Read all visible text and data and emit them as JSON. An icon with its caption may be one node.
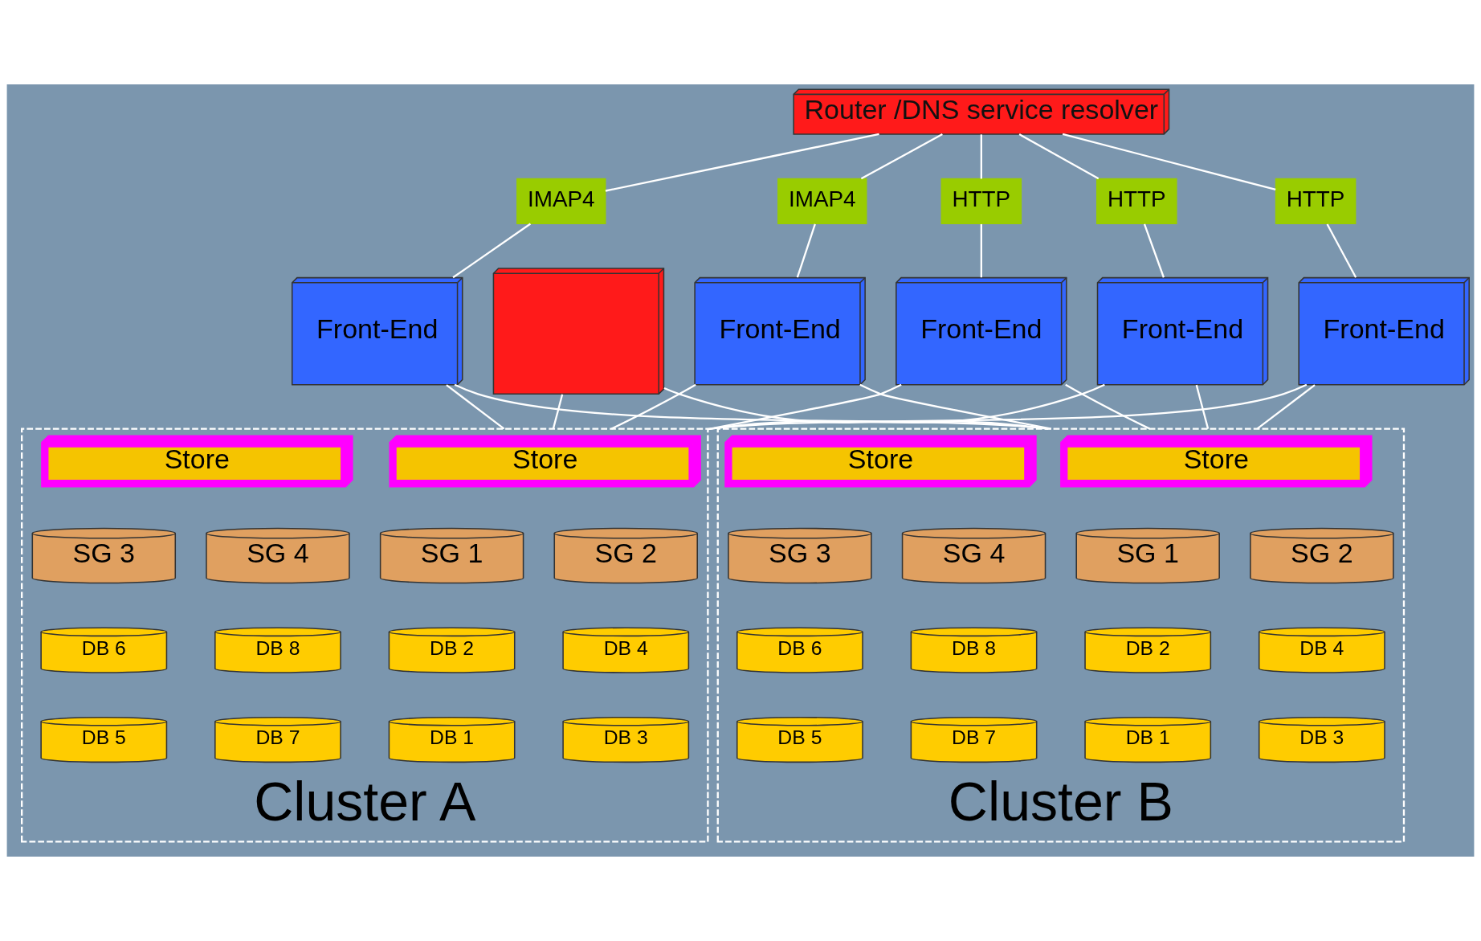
{
  "diagram": {
    "nodes": [
      {
        "text": [
          "Router /DNS service resolver"
        ]
      },
      {
        "text": [
          "IMAP4"
        ]
      },
      {
        "text": [
          "IMAP4"
        ]
      },
      {
        "text": [
          "HTTP"
        ]
      },
      {
        "text": [
          "HTTP"
        ]
      },
      {
        "text": [
          "HTTP"
        ]
      },
      {
        "text": [
          "Front-End"
        ]
      },
      {
        "text": [
          "Front-End"
        ]
      },
      {
        "text": [
          "Front-End"
        ]
      },
      {
        "text": [
          "Front-End"
        ]
      },
      {
        "text": [
          "Front-End"
        ]
      },
      {
        "text": [],
        "shape": "box"
      },
      {
        "text": [
          "Cluster A"
        ]
      },
      {
        "text": [
          "Store"
        ],
        "in": 12
      },
      {
        "text": [
          "Store"
        ],
        "in": 12
      },
      {
        "text": [
          "SG 1"
        ],
        "in": 12
      },
      {
        "text": [
          "SG 2"
        ],
        "in": 12
      },
      {
        "text": [
          "SG 3"
        ],
        "in": 12
      },
      {
        "text": [
          "SG 4"
        ],
        "in": 12
      },
      {
        "text": [
          "DB 2"
        ],
        "in": 12
      },
      {
        "text": [
          "DB 4"
        ],
        "in": 12
      },
      {
        "text": [
          "DB 6"
        ],
        "in": 12
      },
      {
        "text": [
          "DB 8"
        ],
        "in": 12
      },
      {
        "text": [
          "DB 1"
        ],
        "in": 12
      },
      {
        "text": [
          "DB 3"
        ],
        "in": 12
      },
      {
        "text": [
          "DB 5"
        ],
        "in": 12
      },
      {
        "text": [
          "DB 7"
        ],
        "in": 12
      },
      {
        "text": [
          "Cluster B"
        ]
      },
      {
        "text": [
          "Store"
        ],
        "in": 27
      },
      {
        "text": [
          "Store"
        ],
        "in": 27
      },
      {
        "text": [
          "SG 1"
        ],
        "in": 27
      },
      {
        "text": [
          "SG 2"
        ],
        "in": 27
      },
      {
        "text": [
          "SG 3"
        ],
        "in": 27
      },
      {
        "text": [
          "SG 4"
        ],
        "in": 27
      },
      {
        "text": [
          "DB 2"
        ],
        "in": 27
      },
      {
        "text": [
          "DB 4"
        ],
        "in": 27
      },
      {
        "text": [
          "DB 6"
        ],
        "in": 27
      },
      {
        "text": [
          "DB 8"
        ],
        "in": 27
      },
      {
        "text": [
          "DB 1"
        ],
        "in": 27
      },
      {
        "text": [
          "DB 3"
        ],
        "in": 27
      },
      {
        "text": [
          "DB 5"
        ],
        "in": 27
      },
      {
        "text": [
          "DB 7"
        ],
        "in": 27
      }
    ],
    "edges": [
      {
        "from": 0,
        "to": 1,
        "arrow": "none"
      },
      {
        "from": 0,
        "to": 2,
        "arrow": "none"
      },
      {
        "from": 0,
        "to": 3,
        "arrow": "none"
      },
      {
        "from": 0,
        "to": 4,
        "arrow": "none"
      },
      {
        "from": 0,
        "to": 5,
        "arrow": "none"
      },
      {
        "from": 1,
        "to": 6,
        "arrow": "none"
      },
      {
        "from": 2,
        "to": 7,
        "arrow": "none"
      },
      {
        "from": 3,
        "to": 8,
        "arrow": "none"
      },
      {
        "from": 4,
        "to": 9,
        "arrow": "none"
      },
      {
        "from": 5,
        "to": 10,
        "arrow": "none"
      },
      {
        "from": 6,
        "to": 12,
        "arrow": "none"
      },
      {
        "from": 7,
        "to": 12,
        "arrow": "none"
      },
      {
        "from": 8,
        "to": 12,
        "arrow": "none"
      },
      {
        "from": 9,
        "to": 12,
        "arrow": "none"
      },
      {
        "from": 10,
        "to": 12,
        "arrow": "none"
      },
      {
        "from": 6,
        "to": 27,
        "arrow": "none"
      },
      {
        "from": 7,
        "to": 27,
        "arrow": "none"
      },
      {
        "from": 8,
        "to": 27,
        "arrow": "none"
      },
      {
        "from": 9,
        "to": 27,
        "arrow": "none"
      },
      {
        "from": 10,
        "to": 27,
        "arrow": "none"
      },
      {
        "from": 11,
        "to": 12,
        "arrow": "none"
      },
      {
        "from": 11,
        "to": 27,
        "arrow": "none"
      }
    ]
  }
}
